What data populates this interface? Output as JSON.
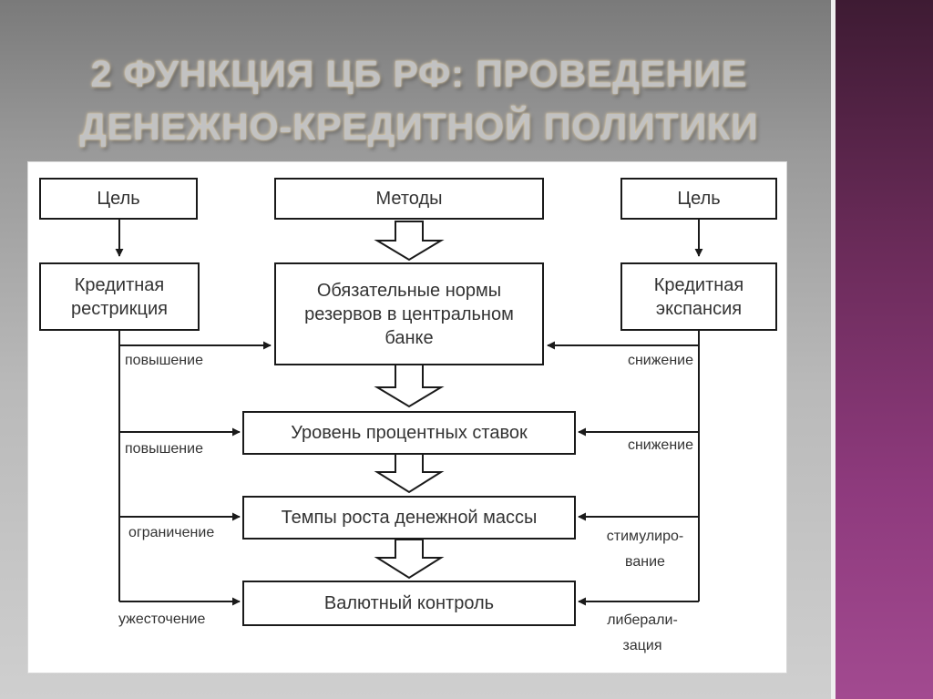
{
  "slide": {
    "title_line1": "2 ФУНКЦИЯ ЦБ РФ: ПРОВЕДЕНИЕ",
    "title_line2": "ДЕНЕЖНО-КРЕДИТНОЙ ПОЛИТИКИ"
  },
  "diagram": {
    "goal_left": "Цель",
    "methods": "Методы",
    "goal_right": "Цель",
    "credit_restriction": "Кредитная рестрикция",
    "reserve_requirements": "Обязательные нормы резервов в центральном банке",
    "credit_expansion": "Кредитная экспансия",
    "interest_rates": "Уровень процентных ставок",
    "money_supply_growth": "Темпы роста денежной массы",
    "currency_control": "Валютный контроль",
    "left_labels": [
      "повышение",
      "повышение",
      "ограничение",
      "ужесточение"
    ],
    "right_labels": [
      "снижение",
      "снижение",
      "стимулиро-вание",
      "либерали-зация"
    ]
  },
  "colors": {
    "side_band": "#8e3a7d",
    "box_border": "#1a1a1a",
    "text": "#333333"
  }
}
